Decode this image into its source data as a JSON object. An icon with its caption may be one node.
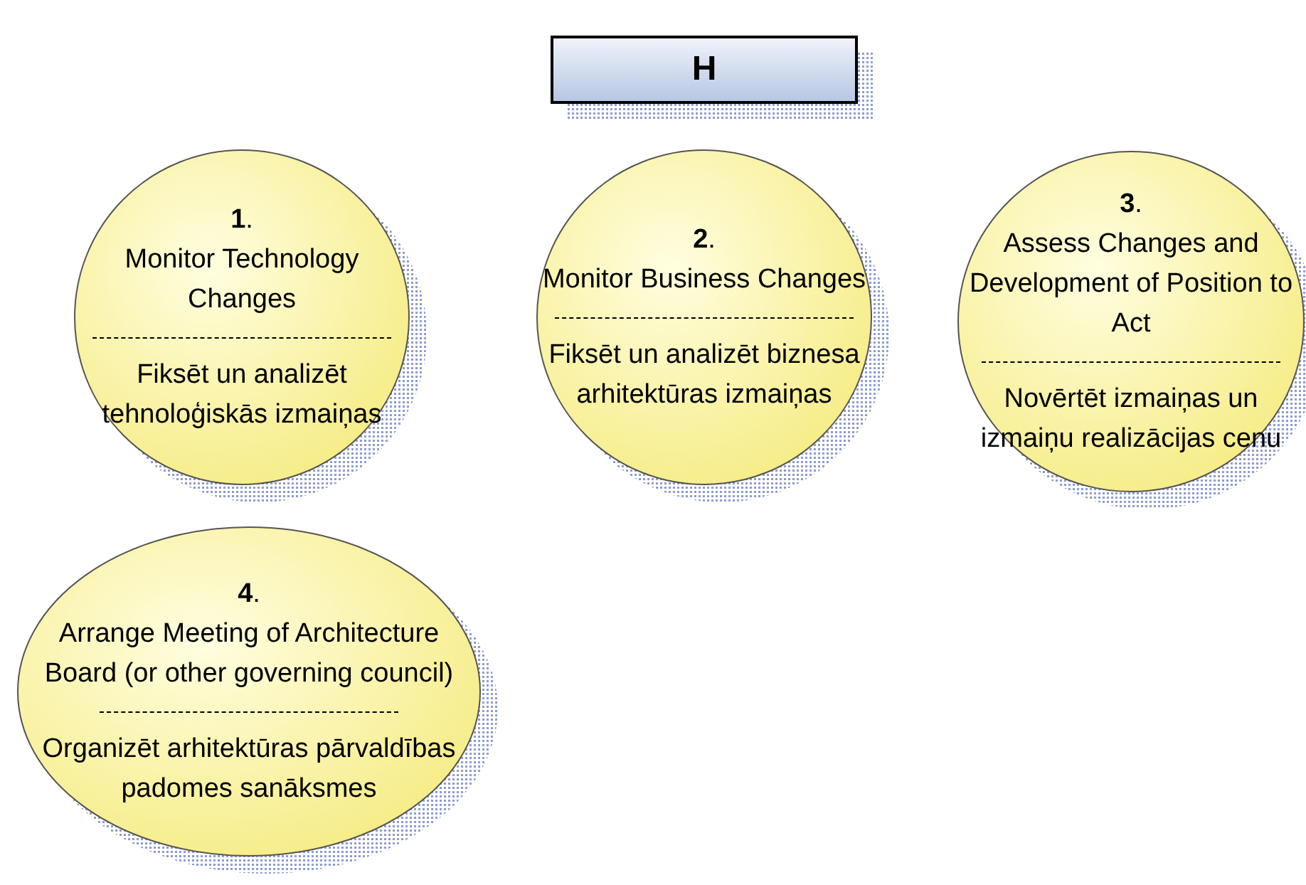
{
  "diagram": {
    "nodes": [
      {
        "text": [
          "H"
        ]
      },
      {
        "text": [
          "**1**.",
          "Monitor Technology Changes",
          "Fiksēt un analizēt tehnoloģiskās izmaiņas"
        ]
      },
      {
        "text": [
          "**2**.",
          "Monitor Business Changes",
          "Fiksēt un analizēt biznesa arhitektūras izmaiņas"
        ]
      },
      {
        "text": [
          "**3**.",
          "Assess Changes and Development of Position to Act",
          "Novērtēt izmaiņas un izmaiņu realizācijas cenu"
        ]
      },
      {
        "text": [
          "**4**.",
          "Arrange Meeting of Architecture Board (or other governing council)",
          "Organizēt arhitektūras pārvaldības padomes sanāksmes"
        ]
      }
    ]
  }
}
